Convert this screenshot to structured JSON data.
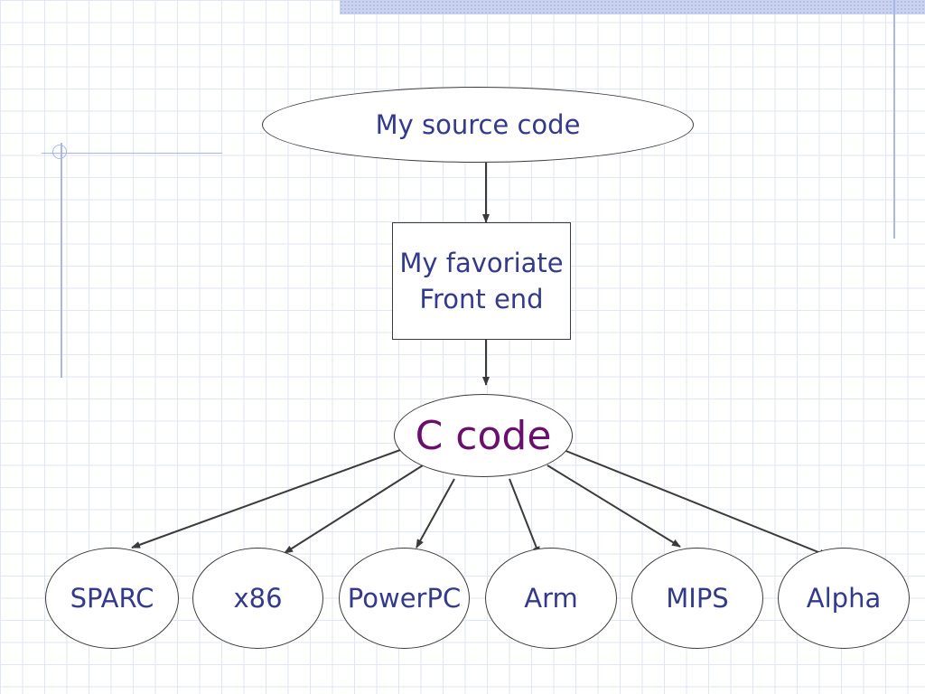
{
  "diagram": {
    "source": "My source code",
    "front_end": {
      "line1": "My favoriate",
      "line2": "Front end"
    },
    "intermediate": "C code",
    "targets": [
      "SPARC",
      "x86",
      "PowerPC",
      "Arm",
      "MIPS",
      "Alpha"
    ]
  },
  "colors": {
    "text": "#333a8c",
    "intermediate_text": "#6b0f6f",
    "border": "#3a3a3a",
    "grid": "#e1e6f4",
    "decor": "#a9b7e7"
  }
}
